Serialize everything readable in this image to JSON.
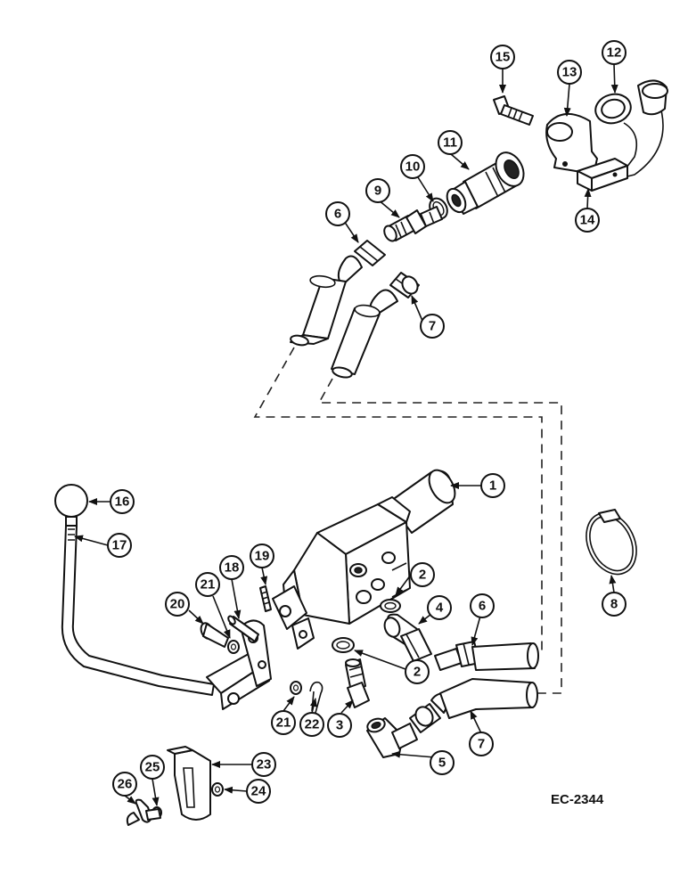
{
  "diagram": {
    "reference": "EC-2344",
    "callouts": [
      "1",
      "2",
      "2",
      "3",
      "4",
      "5",
      "6",
      "6",
      "7",
      "7",
      "8",
      "9",
      "10",
      "11",
      "12",
      "13",
      "14",
      "15",
      "16",
      "17",
      "18",
      "19",
      "20",
      "21",
      "21",
      "22",
      "23",
      "24",
      "25",
      "26"
    ]
  }
}
